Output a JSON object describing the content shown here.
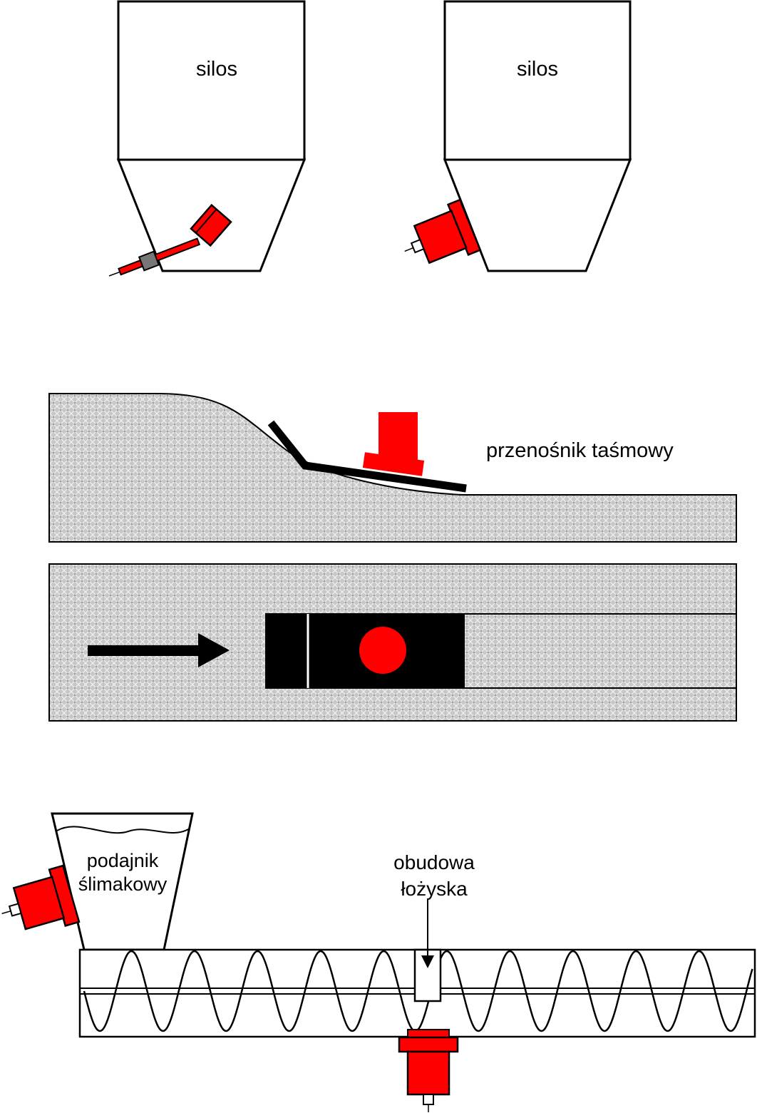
{
  "labels": {
    "silo_left": "silos",
    "silo_right": "silos",
    "belt_conveyor": "przenośnik taśmowy",
    "screw_feeder_line1": "podajnik",
    "screw_feeder_line2": "ślimakowy",
    "bearing_housing_line1": "obudowa",
    "bearing_housing_line2": "łożyska"
  },
  "colors": {
    "sensor": "#ff0000",
    "outline": "#000000",
    "material_fill": "#c8c8c8",
    "gland": "#777777",
    "background": "#ffffff"
  },
  "icons": {
    "flow_direction": "arrow-right-icon"
  }
}
